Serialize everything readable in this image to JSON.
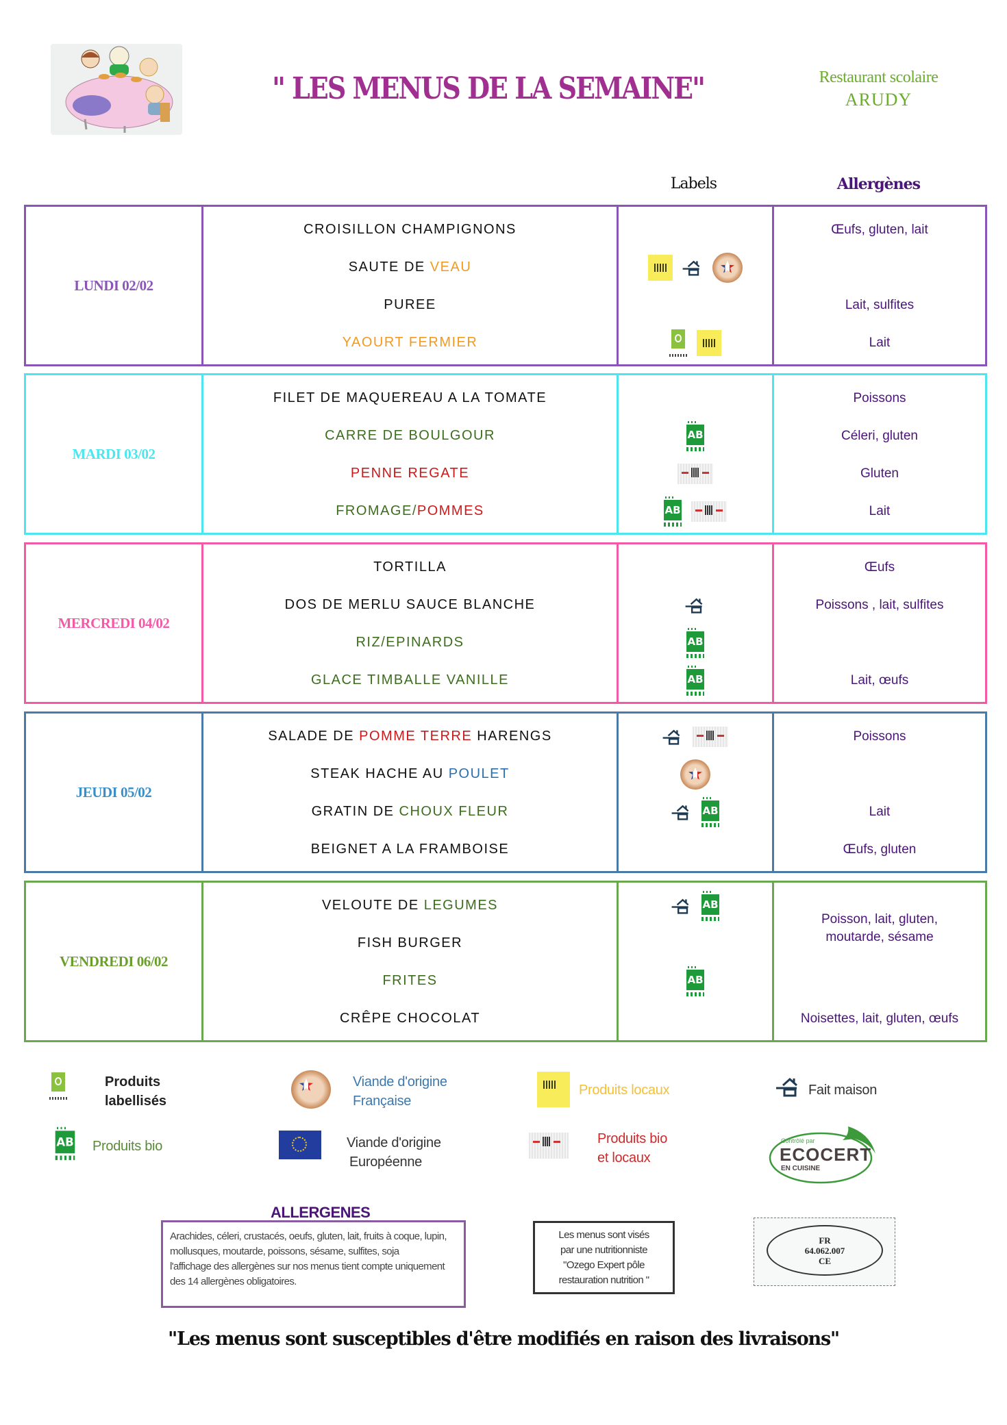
{
  "header": {
    "title": "\" LES MENUS DE LA SEMAINE\"",
    "restaurant_line1": "Restaurant scolaire",
    "restaurant_line2": "ARUDY",
    "illustration": "children-eating-at-table-illustration"
  },
  "columns": {
    "labels": "Labels",
    "allergens": "Allergènes"
  },
  "colors": {
    "title": "#a0308f",
    "restaurant": "#6aad2a",
    "allergen_text": "#4b1478",
    "orange": "#f39a1e",
    "green": "#3c6e1e",
    "red": "#cc1a1a",
    "blue": "#2a6fb0"
  },
  "days": [
    {
      "name": "LUNDI 02/02",
      "color": "#8b55b8",
      "dishes": [
        {
          "parts": [
            {
              "text": "CROISILLON CHAMPIGNONS",
              "color": "#111111"
            }
          ],
          "labels": [],
          "allergens": "Œufs, gluten, lait"
        },
        {
          "parts": [
            {
              "text": "SAUTE DE ",
              "color": "#111111"
            },
            {
              "text": "VEAU",
              "color": "#f39a1e"
            }
          ],
          "labels": [
            "local-icon",
            "fait-maison-icon",
            "viande-francaise-icon"
          ],
          "allergens": ""
        },
        {
          "parts": [
            {
              "text": "PUREE",
              "color": "#111111"
            }
          ],
          "labels": [],
          "allergens": "Lait, sulfites"
        },
        {
          "parts": [
            {
              "text": "YAOURT FERMIER",
              "color": "#f39a1e"
            }
          ],
          "labels": [
            "labellise-icon",
            "local-icon"
          ],
          "allergens": "Lait"
        }
      ]
    },
    {
      "name": "MARDI 03/02",
      "color": "#4de6ee",
      "dishes": [
        {
          "parts": [
            {
              "text": "FILET DE MAQUEREAU A LA TOMATE",
              "color": "#111111"
            }
          ],
          "labels": [],
          "allergens": "Poissons"
        },
        {
          "parts": [
            {
              "text": "CARRE DE BOULGOUR",
              "color": "#3c6e1e"
            }
          ],
          "labels": [
            "bio-icon"
          ],
          "allergens": "Céleri, gluten"
        },
        {
          "parts": [
            {
              "text": "PENNE REGATE",
              "color": "#cc1a1a"
            }
          ],
          "labels": [
            "bio-local-icon"
          ],
          "allergens": "Gluten"
        },
        {
          "parts": [
            {
              "text": "FROMAGE/",
              "color": "#3c6e1e"
            },
            {
              "text": "POMMES",
              "color": "#cc1a1a"
            }
          ],
          "labels": [
            "bio-icon",
            "bio-local-icon"
          ],
          "allergens": "Lait"
        }
      ]
    },
    {
      "name": "MERCREDI 04/02",
      "color": "#f25aa8",
      "dishes": [
        {
          "parts": [
            {
              "text": "TORTILLA",
              "color": "#111111"
            }
          ],
          "labels": [],
          "allergens": "Œufs"
        },
        {
          "parts": [
            {
              "text": "DOS DE MERLU SAUCE BLANCHE",
              "color": "#111111"
            }
          ],
          "labels": [
            "fait-maison-icon"
          ],
          "allergens": "Poissons , lait, sulfites"
        },
        {
          "parts": [
            {
              "text": "RIZ/EPINARDS",
              "color": "#3c6e1e"
            }
          ],
          "labels": [
            "bio-icon"
          ],
          "allergens": ""
        },
        {
          "parts": [
            {
              "text": "GLACE TIMBALLE VANILLE",
              "color": "#3c6e1e"
            }
          ],
          "labels": [
            "bio-icon"
          ],
          "allergens": "Lait, œufs"
        }
      ]
    },
    {
      "name": "JEUDI 05/02",
      "color": "#3a8fc8",
      "border": "#4a7aa8",
      "dishes": [
        {
          "parts": [
            {
              "text": "SALADE DE ",
              "color": "#111111"
            },
            {
              "text": "POMME TERRE",
              "color": "#cc1a1a"
            },
            {
              "text": " HARENGS",
              "color": "#111111"
            }
          ],
          "labels": [
            "fait-maison-icon",
            "bio-local-icon"
          ],
          "allergens": "Poissons"
        },
        {
          "parts": [
            {
              "text": "STEAK HACHE AU ",
              "color": "#111111"
            },
            {
              "text": "POULET",
              "color": "#2a6fb0"
            }
          ],
          "labels": [
            "viande-francaise-icon"
          ],
          "allergens": ""
        },
        {
          "parts": [
            {
              "text": "GRATIN DE ",
              "color": "#111111"
            },
            {
              "text": "CHOUX FLEUR",
              "color": "#3c6e1e"
            }
          ],
          "labels": [
            "fait-maison-icon",
            "bio-icon"
          ],
          "allergens": "Lait"
        },
        {
          "parts": [
            {
              "text": "BEIGNET A LA FRAMBOISE",
              "color": "#111111"
            }
          ],
          "labels": [],
          "allergens": "Œufs, gluten"
        }
      ]
    },
    {
      "name": "VENDREDI 06/02",
      "color": "#6aa02a",
      "border": "#6aa84f",
      "dishes": [
        {
          "parts": [
            {
              "text": "VELOUTE DE ",
              "color": "#111111"
            },
            {
              "text": "LEGUMES",
              "color": "#3c6e1e"
            }
          ],
          "labels": [
            "fait-maison-icon",
            "bio-icon"
          ],
          "allergens": ""
        },
        {
          "parts": [
            {
              "text": "FISH BURGER",
              "color": "#111111"
            }
          ],
          "labels": [],
          "allergens": "Poisson, lait, gluten, moutarde, sésame"
        },
        {
          "parts": [
            {
              "text": "FRITES",
              "color": "#3c6e1e"
            }
          ],
          "labels": [
            "bio-icon"
          ],
          "allergens": ""
        },
        {
          "parts": [
            {
              "text": "CRÊPE CHOCOLAT",
              "color": "#111111"
            }
          ],
          "labels": [],
          "allergens": "Noisettes, lait, gluten, œufs"
        }
      ]
    }
  ],
  "legend": {
    "labellise": {
      "line1": "Produits",
      "line2": "labellisés",
      "icon": "labellise-icon"
    },
    "viande_fr": {
      "line1": "Viande d'origine",
      "line2": "Française",
      "icon": "viande-francaise-icon"
    },
    "local": {
      "text": "Produits locaux",
      "icon": "local-icon"
    },
    "fait_maison": {
      "text": "Fait maison",
      "icon": "fait-maison-icon"
    },
    "bio": {
      "text": "Produits bio",
      "icon": "bio-icon"
    },
    "viande_eu": {
      "line1": "Viande d'origine",
      "line2": "Européenne",
      "icon": "eu-flag-icon"
    },
    "bio_local": {
      "line1": "Produits bio",
      "line2": "et locaux",
      "icon": "bio-local-icon"
    },
    "ecocert": {
      "small": "Contrôlé par",
      "big": "ECOCERT",
      "sub": "EN CUISINE"
    }
  },
  "allergenes_box": {
    "title": "ALLERGENES",
    "list": "Arachides, céleri, crustacés, oeufs, gluten, lait, fruits à coque, lupin, mollusques, moutarde, poissons, sésame, sulfites, soja",
    "note": "l'affichage des allergènes sur nos menus tient compte uniquement des 14 allergènes obligatoires."
  },
  "nutrition_box": {
    "line1": "Les menus sont visés",
    "line2": "par une nutritionniste",
    "line3": "\"Ozego Expert pôle",
    "line4": "restauration nutrition \""
  },
  "stamp": {
    "line1": "FR",
    "line2": "64.062.007",
    "line3": "CE"
  },
  "footer": "\"Les menus sont susceptibles d'être modifiés en raison des livraisons\""
}
